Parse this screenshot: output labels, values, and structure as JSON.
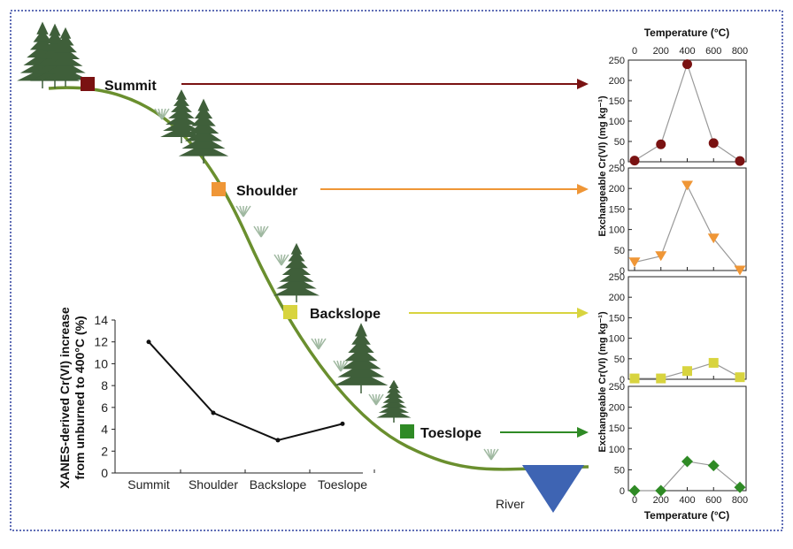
{
  "colors": {
    "frame_border": "#2b3f9e",
    "slope": "#6a8f2e",
    "tree": "#3f5f3a",
    "grass": "#9fb8a0",
    "river": "#3e64b3",
    "summit": "#7a1212",
    "shoulder": "#ef9636",
    "backslope": "#d8d43f",
    "toeslope": "#2f8a25",
    "axis": "#222222",
    "line": "#999999"
  },
  "positions": [
    {
      "key": "summit",
      "label": "Summit"
    },
    {
      "key": "shoulder",
      "label": "Shoulder"
    },
    {
      "key": "backslope",
      "label": "Backslope"
    },
    {
      "key": "toeslope",
      "label": "Toeslope"
    }
  ],
  "river_label": "River",
  "icons": {
    "tree": "pine-tree-icon",
    "grass": "grass-tuft-icon",
    "river": "river-triangle-icon"
  },
  "chart_data": [
    {
      "type": "line",
      "categories": [
        "Summit",
        "Shoulder",
        "Backslope",
        "Toeslope"
      ],
      "values": [
        12.0,
        5.5,
        3.0,
        4.5
      ],
      "ylabel": "XANES-derived Cr(VI) increase from unburned to 400°C (%)",
      "ylim": [
        0,
        14
      ],
      "yticks": [
        0,
        2,
        4,
        6,
        8,
        10,
        12,
        14
      ],
      "line_color": "#111111"
    },
    {
      "type": "line",
      "panels": [
        {
          "name": "Summit",
          "marker": "circle",
          "color": "#7a1212",
          "x": [
            0,
            200,
            400,
            600,
            800
          ],
          "y": [
            3,
            43,
            240,
            46,
            2
          ]
        },
        {
          "name": "Shoulder",
          "marker": "triangle-down",
          "color": "#ef9636",
          "x": [
            0,
            200,
            400,
            600,
            800
          ],
          "y": [
            20,
            35,
            207,
            78,
            0
          ]
        },
        {
          "name": "Backslope",
          "marker": "square",
          "color": "#d8d43f",
          "x": [
            0,
            200,
            400,
            600,
            800
          ],
          "y": [
            2,
            2,
            20,
            40,
            5
          ]
        },
        {
          "name": "Toeslope",
          "marker": "diamond",
          "color": "#2f8a25",
          "x": [
            0,
            200,
            400,
            600,
            800
          ],
          "y": [
            0,
            0,
            70,
            60,
            8
          ]
        }
      ],
      "xlabel_top": "Temperature (°C)",
      "xlabel_bottom": "Temperature (°C)",
      "xticks": [
        0,
        200,
        400,
        600,
        800
      ],
      "xlim": [
        0,
        800
      ],
      "ylabel_upper": "Exchangeable Cr(VI) (mg kg⁻¹)",
      "ylabel_lower": "Exchangeable Cr(VI) (mg kg⁻¹)",
      "ylim": [
        0,
        250
      ],
      "yticks": [
        0,
        50,
        100,
        150,
        200,
        250
      ]
    }
  ]
}
